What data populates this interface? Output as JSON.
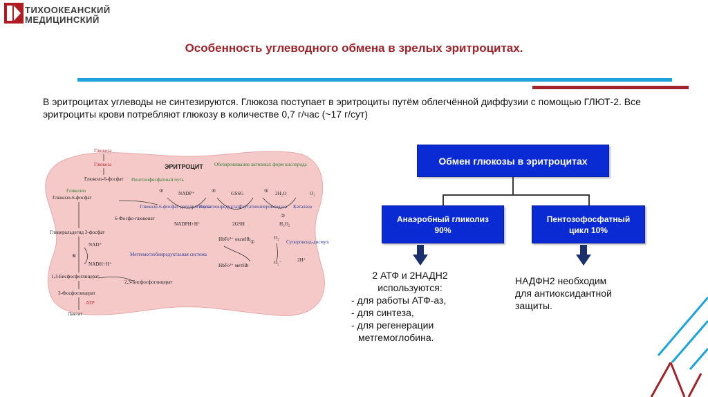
{
  "logo": {
    "line1": "ТИХООКЕАНСКИЙ",
    "line2": "МЕДИЦИНСКИЙ"
  },
  "title": "Особенность углеводного обмена в зрелых эритроцитах.",
  "intro": "В эритроцитах углеводы не синтезируются. Глюкоза поступает в эритроциты путём облегчённой диффузии с помощью ГЛЮТ-2. Все эритроциты крови потребляют глюкозу в количестве 0,7 г/час (~17 г/сут)",
  "diagram": {
    "cell_label": "ЭРИТРОЦИТ",
    "glucose1": "Глюкоза",
    "glucose2": "Глюкоза",
    "g6p_top": "Глюкозо-6-фосфат",
    "g6p": "Глюкозо-6-фосфат",
    "glycolysis": "Гликолиз",
    "pentose": "Пентозофосфатный путь",
    "neutral": "Обезвреживание активных форм кислорода",
    "nadp": "NADP⁺",
    "gssg": "GSSG",
    "h2o2_water": "2H₂O",
    "o2_top": "O₂",
    "g6pdh": "Глюкозо-6-фосфат дегидрогеназа",
    "gr": "Глутатионредуктаза",
    "gpx": "Глутатионпероксидаза",
    "catalase": "Каталаза",
    "nadph": "NADPH+H⁺",
    "gsh": "2GSH",
    "h2o2": "H₂O₂",
    "phosphogluconate": "6-Фосфо-глюконат",
    "gap": "Глицеральдегид 3-фосфат",
    "nad": "NAD⁺",
    "nadh": "NADH+H⁺",
    "methb_red": "Метгемоглобинредуктазная система",
    "hbfe3": "HbFe³⁺ оксиHb",
    "hbfe2": "HbFe²⁺ метHb",
    "o2_b": "O₂",
    "o2_c": "O₂⁻",
    "sod": "Супероксид-дисмутаза",
    "h_plus": "2H⁺",
    "bpg13": "1,3-Бисфосфоглицерат",
    "bpg23": "2,3-Бисфосфоглицерат",
    "pg3": "3-Фосфоглицерат",
    "atp": "ATP",
    "lactate": "Лактат",
    "n1": "①",
    "n2": "②",
    "n3": "③",
    "n4": "④",
    "n5": "⑤",
    "n6": "⑥"
  },
  "scheme": {
    "top": "Обмен  глюкозы в эритроцитах",
    "left_l1": "Анаэробный гликолиз",
    "left_l2": "90%",
    "right_l1": "Пентозофосфатный",
    "right_l2": "цикл  10%"
  },
  "results_left": {
    "l1": "2 АТФ и 2НАДН2",
    "l2": "используются:",
    "l3": "- для работы АТФ-аз,",
    "l4": "- для синтеза,",
    "l5": "- для регенерации",
    "l6": "метгемоглобина."
  },
  "results_right": {
    "l1": "НАДФН2 необходим",
    "l2": "для антиоксидантной",
    "l3": "защиты."
  },
  "colors": {
    "title": "#a0232a",
    "blue_bar": "#1aa3dc",
    "box": "#0a2bd4",
    "cell": "#f6c9c9"
  }
}
